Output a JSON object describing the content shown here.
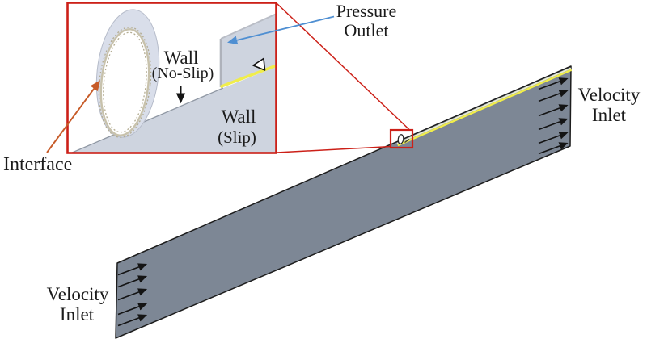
{
  "figure": {
    "type": "cfd-boundary-condition-diagram",
    "labels": {
      "velocity_inlet_left": {
        "line1": "Velocity",
        "line2": "Inlet"
      },
      "velocity_inlet_right": {
        "line1": "Velocity",
        "line2": "Inlet"
      },
      "pressure_outlet": {
        "line1": "Pressure",
        "line2": "Outlet"
      },
      "wall_no_slip": {
        "line1": "Wall",
        "line2": "(No-Slip)"
      },
      "wall_slip": {
        "line1": "Wall",
        "line2": "(Slip)"
      },
      "interface": "Interface"
    },
    "colors": {
      "channel_fill": "#7d8795",
      "surface_fill": "#ced4df",
      "slip_line_yellow": "#f0ed4b",
      "callout_red": "#cc2018",
      "outlet_arrow_blue": "#4f8fd2",
      "interface_orange": "#c75b28",
      "interface_text": "#a8572f",
      "wall_slip_text": "#8f9298",
      "label_black": "#1b1b1b",
      "cylinder_fill": "#d9deea",
      "ring_tan": "#c8c2ac"
    }
  }
}
